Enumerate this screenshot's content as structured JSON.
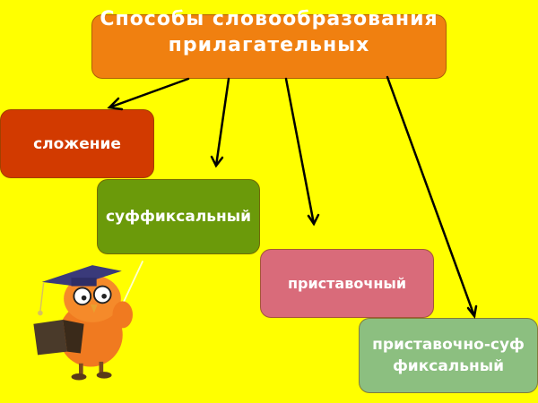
{
  "title": "Способы словообразования прилагательных",
  "methods": [
    {
      "label": "сложение",
      "color": "#D23A00"
    },
    {
      "label": "суффиксальный",
      "color": "#6B9A0A"
    },
    {
      "label": "приставочный",
      "color": "#D96B7A"
    },
    {
      "label": "приставочно-суффиксальный",
      "color": "#8CBF80"
    }
  ],
  "colors": {
    "background": "#FFFF00",
    "title_box": "#F08010",
    "arrow": "#000000"
  },
  "illustration": "owl-teacher-with-book"
}
